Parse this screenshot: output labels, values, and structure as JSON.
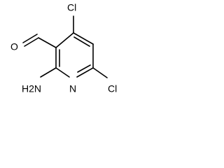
{
  "molecule": {
    "labels": {
      "chlorine_top": "Cl",
      "chlorine_bottom_right": "Cl",
      "oxygen": "O",
      "amine": "H2N",
      "ring_nitrogen": "N"
    }
  }
}
